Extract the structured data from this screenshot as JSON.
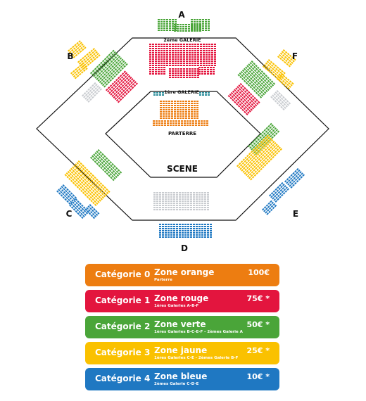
{
  "zone_labels": {
    "a": "A",
    "b": "B",
    "c": "C",
    "d": "D",
    "e": "E",
    "f": "F"
  },
  "plan_labels": {
    "galerie2": "2ème GALERIE",
    "galerie1": "1ère GALERIE",
    "parterre": "PARTERRE",
    "scene": "SCENE"
  },
  "colors": {
    "orange": "#ed7d11",
    "red": "#e3153e",
    "green": "#4aa539",
    "yellow": "#fac100",
    "blue": "#1f78c2",
    "grey": "#c9ccd0",
    "teal": "#2a8d9a"
  },
  "categories": [
    {
      "name": "Catégorie 0",
      "zone": "Zone orange",
      "sub": "Parterre",
      "price": "100€",
      "color": "#ed7d11"
    },
    {
      "name": "Catégorie 1",
      "zone": "Zone rouge",
      "sub": "1ères Galeries A-B-F",
      "price": "75€ *",
      "color": "#e3153e"
    },
    {
      "name": "Catégorie 2",
      "zone": "Zone verte",
      "sub": "1ères Galeries B-C-E-F - 2èmes Galerie A",
      "price": "50€ *",
      "color": "#4aa539"
    },
    {
      "name": "Catégorie 3",
      "zone": "Zone jaune",
      "sub": "1ères Galeries C-E - 2èmes Galerie B-F",
      "price": "25€ *",
      "color": "#fac100"
    },
    {
      "name": "Catégorie 4",
      "zone": "Zone bleue",
      "sub": "2èmes Galerie C-D-E",
      "price": "10€ *",
      "color": "#1f78c2"
    }
  ]
}
